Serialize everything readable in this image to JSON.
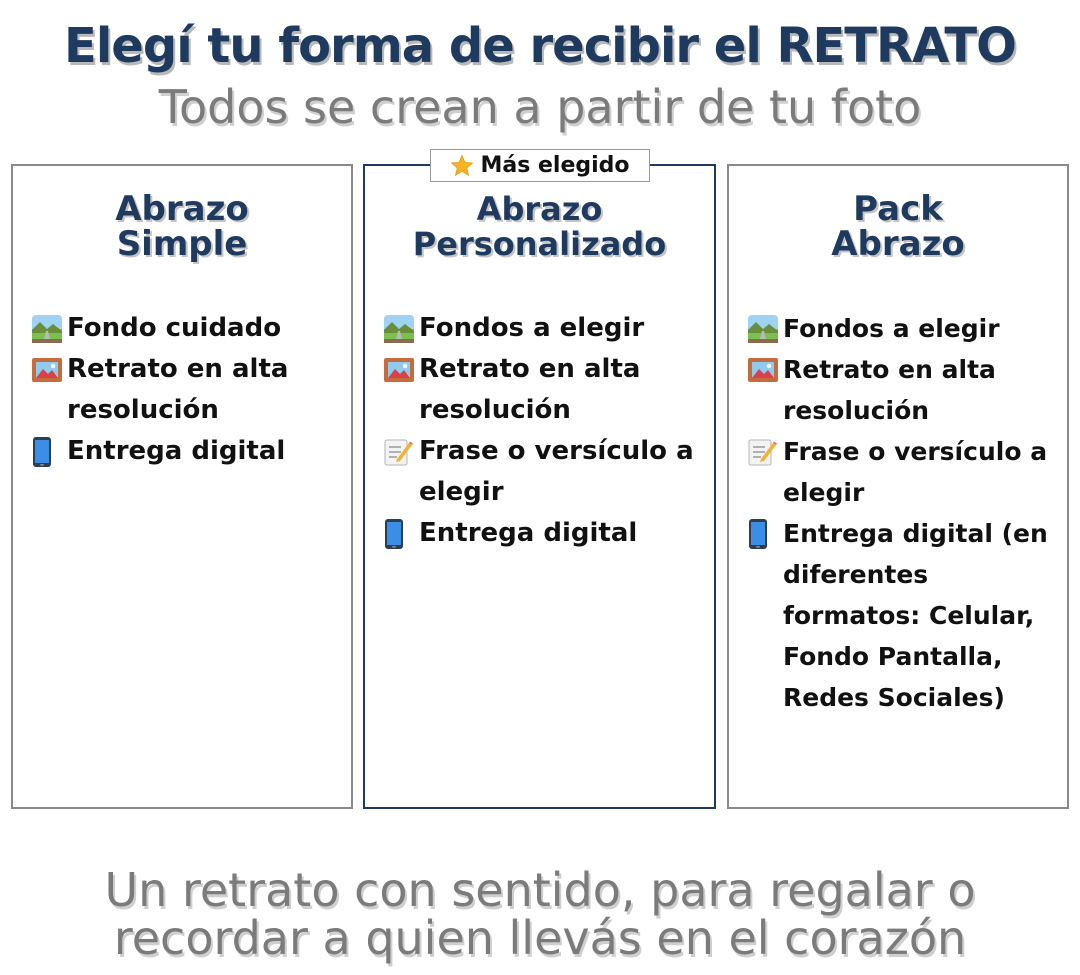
{
  "header": {
    "title": "Elegí tu forma de recibir el RETRATO",
    "subtitle": "Todos se crean a partir de tu foto"
  },
  "colors": {
    "title": "#1f3a5f",
    "subtitle": "#7b7b7b",
    "card_border": "#8a8a8a",
    "featured_border": "#1f3a5f"
  },
  "badge": {
    "icon": "star-icon",
    "label": "Más elegido"
  },
  "plans": [
    {
      "title_line1": "Abrazo",
      "title_line2": "Simple",
      "features": [
        {
          "icon": "landscape-icon",
          "text": "Fondo cuidado"
        },
        {
          "icon": "framed-picture-icon",
          "text": "Retrato en alta resolución"
        },
        {
          "icon": "mobile-phone-icon",
          "text": "Entrega digital"
        }
      ]
    },
    {
      "title_line1": "Abrazo",
      "title_line2": "Personalizado",
      "featured": true,
      "features": [
        {
          "icon": "landscape-icon",
          "text": "Fondos a elegir"
        },
        {
          "icon": "framed-picture-icon",
          "text": "Retrato en alta resolución"
        },
        {
          "icon": "memo-icon",
          "text": "Frase o versículo a elegir"
        },
        {
          "icon": "mobile-phone-icon",
          "text": "Entrega digital"
        }
      ]
    },
    {
      "title_line1": "Pack",
      "title_line2": "Abrazo",
      "features": [
        {
          "icon": "landscape-icon",
          "text": "Fondos a elegir"
        },
        {
          "icon": "framed-picture-icon",
          "text": "Retrato en alta resolución"
        },
        {
          "icon": "memo-icon",
          "text": "Frase o versículo a elegir"
        },
        {
          "icon": "mobile-phone-icon",
          "text": "Entrega digital (en diferentes formatos: Celular, Fondo Pantalla, Redes Sociales)"
        }
      ]
    }
  ],
  "footer": {
    "line1": "Un retrato con sentido, para regalar o",
    "line2": "recordar a quien llevás en el corazón"
  }
}
